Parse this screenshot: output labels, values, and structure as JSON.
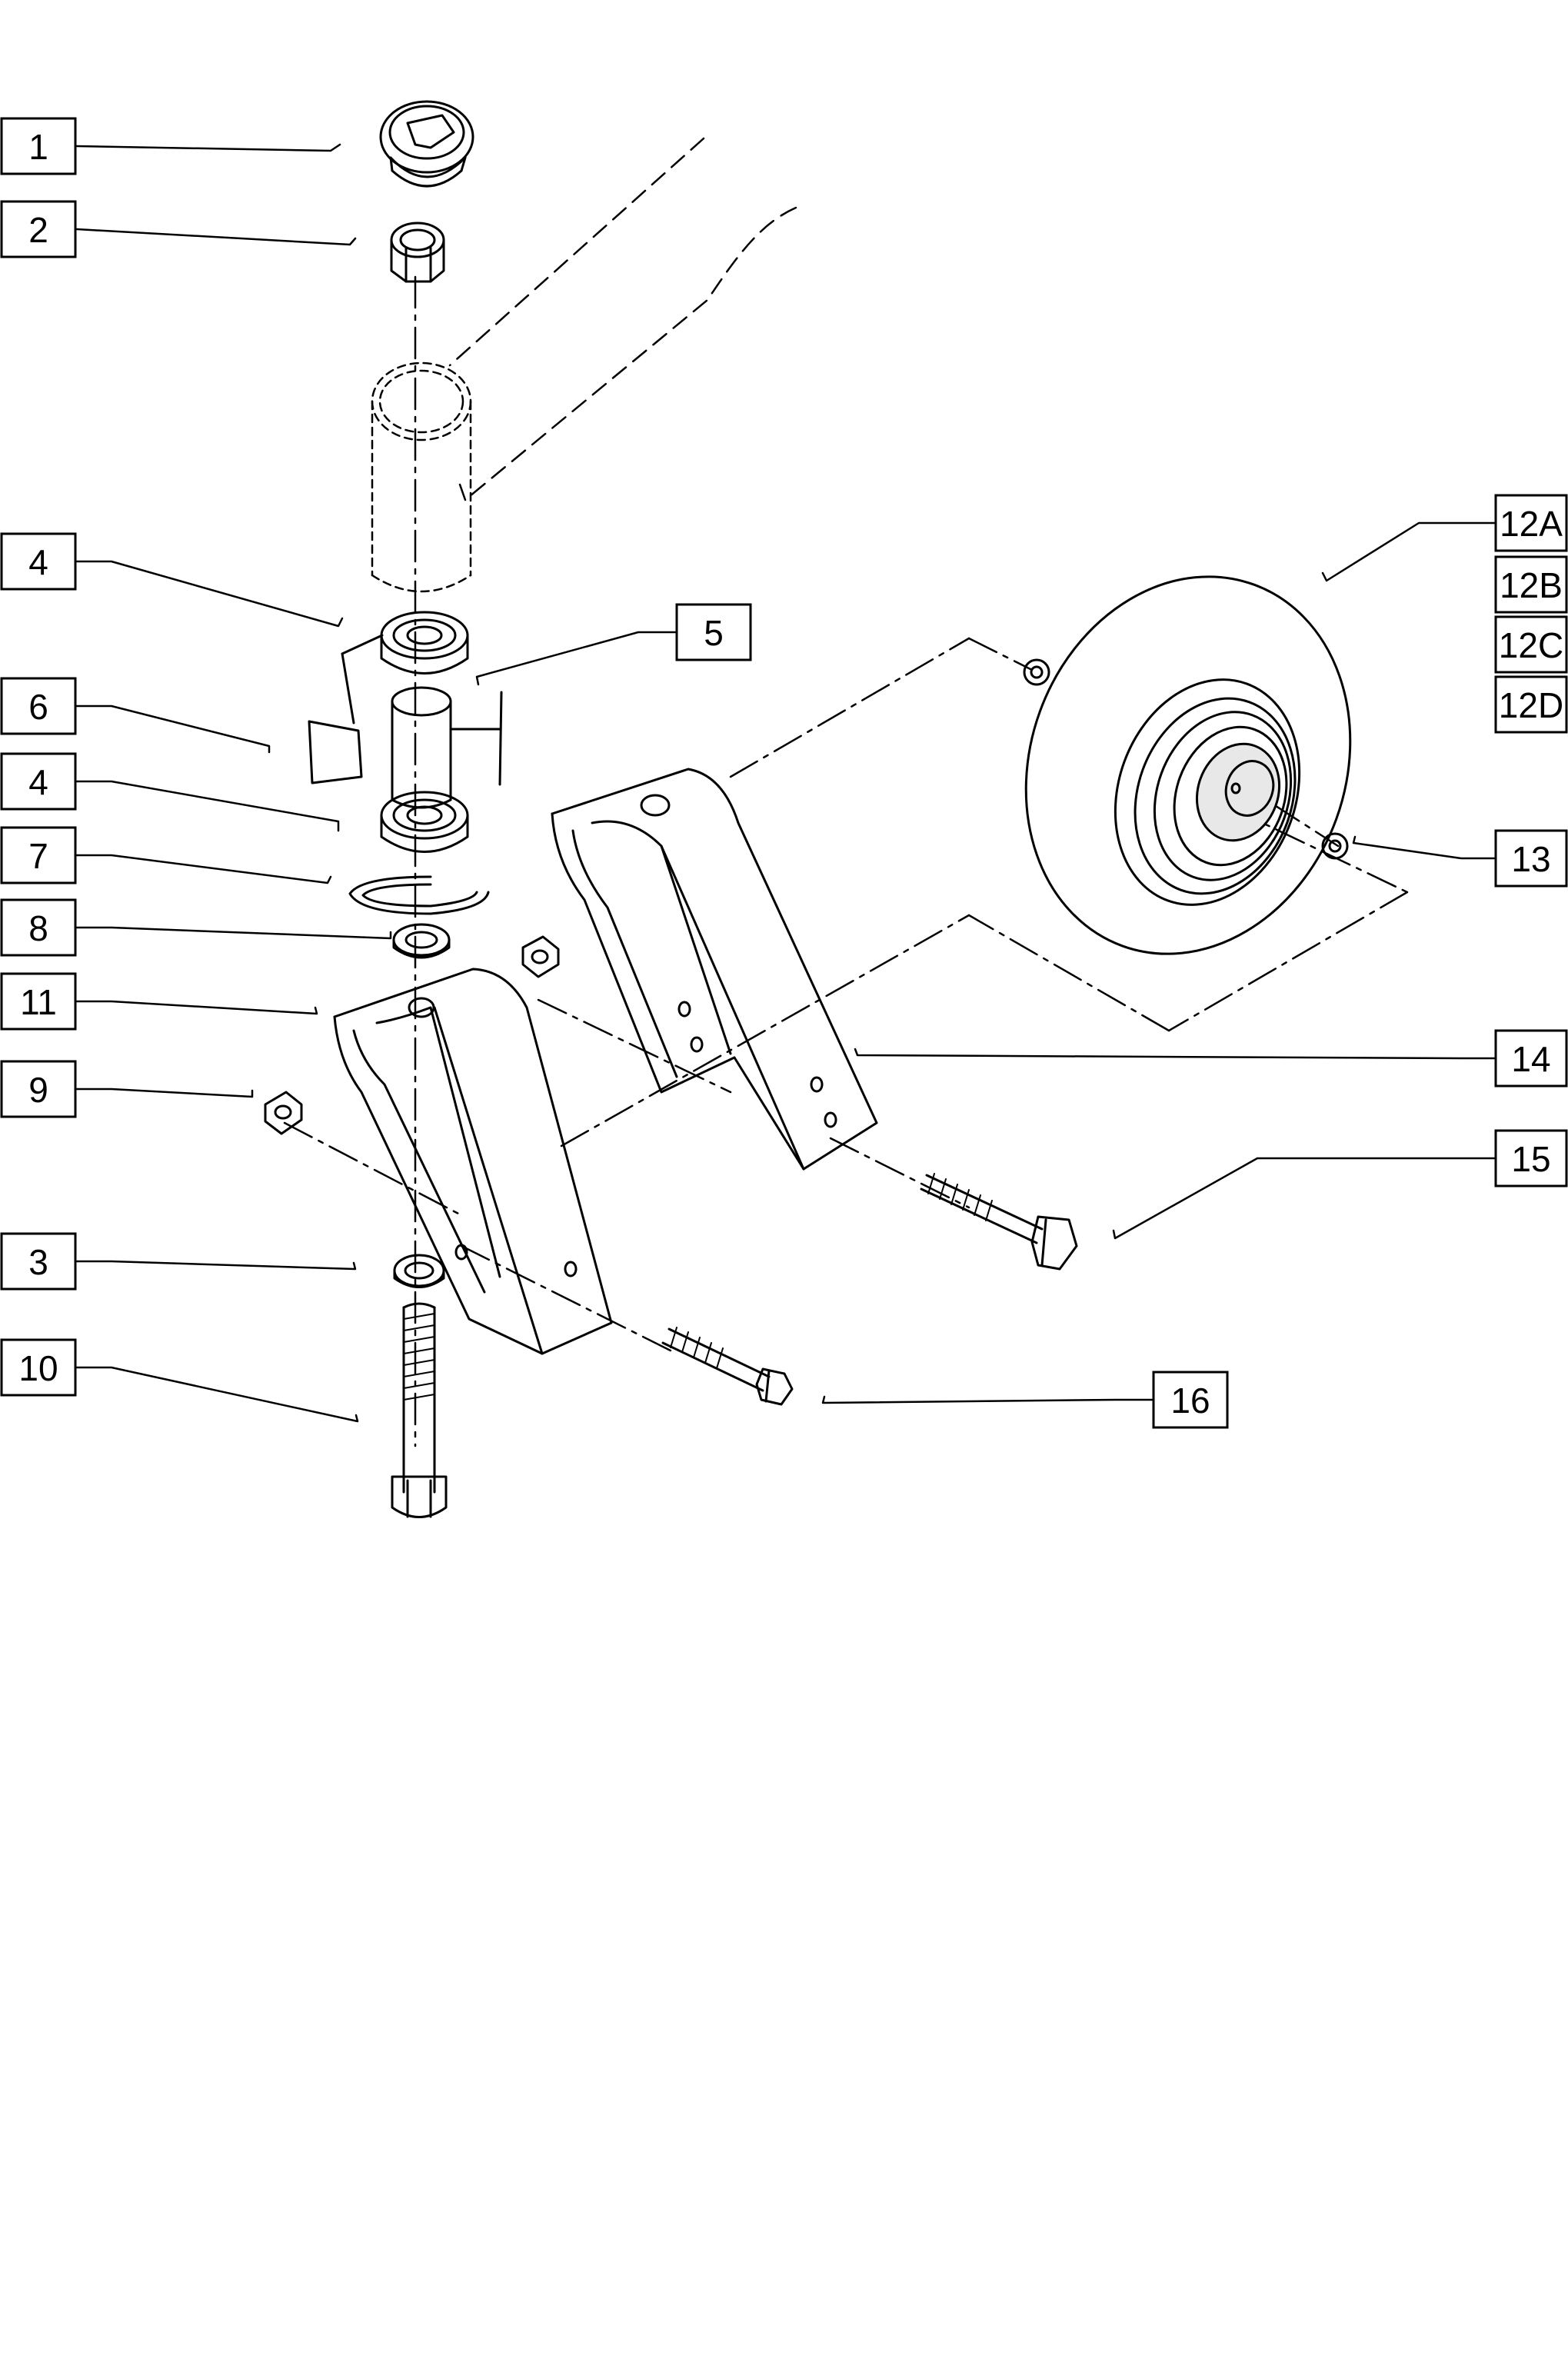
{
  "diagram": {
    "callouts": [
      {
        "id": "c1",
        "label": "1"
      },
      {
        "id": "c2",
        "label": "2"
      },
      {
        "id": "c4a",
        "label": "4"
      },
      {
        "id": "c5",
        "label": "5"
      },
      {
        "id": "c6",
        "label": "6"
      },
      {
        "id": "c4b",
        "label": "4"
      },
      {
        "id": "c7",
        "label": "7"
      },
      {
        "id": "c8",
        "label": "8"
      },
      {
        "id": "c11",
        "label": "11"
      },
      {
        "id": "c9",
        "label": "9"
      },
      {
        "id": "c3",
        "label": "3"
      },
      {
        "id": "c10",
        "label": "10"
      },
      {
        "id": "c12a",
        "label": "12A"
      },
      {
        "id": "c12b",
        "label": "12B"
      },
      {
        "id": "c12c",
        "label": "12C"
      },
      {
        "id": "c12d",
        "label": "12D"
      },
      {
        "id": "c13",
        "label": "13"
      },
      {
        "id": "c14",
        "label": "14"
      },
      {
        "id": "c15",
        "label": "15"
      },
      {
        "id": "c16",
        "label": "16"
      }
    ],
    "colors": {
      "line": "#000000",
      "background": "#ffffff",
      "hub_fill": "#e8e8e8"
    }
  }
}
